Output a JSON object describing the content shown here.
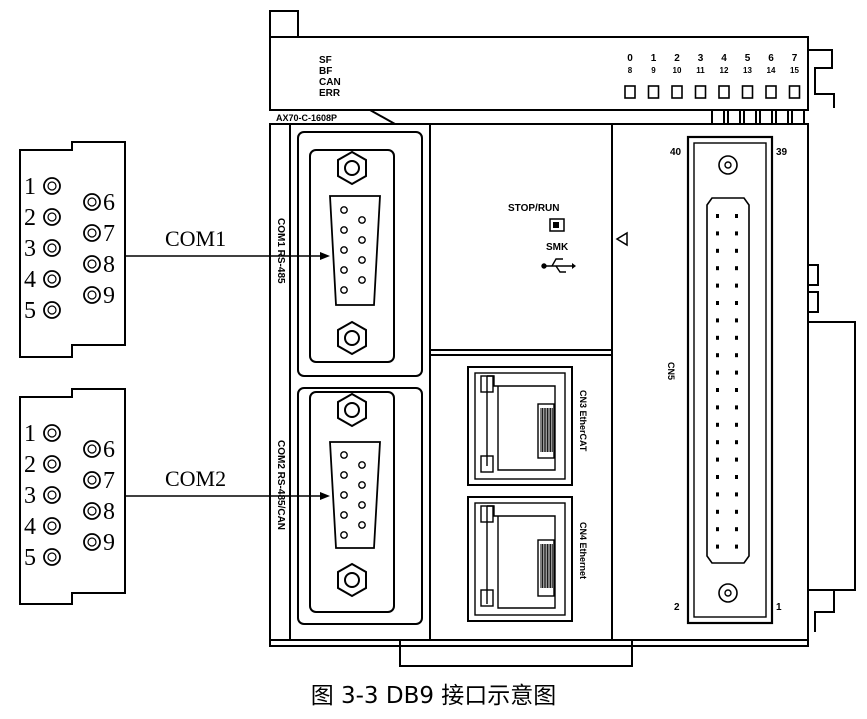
{
  "caption": "图 3-3 DB9 接口示意图",
  "model": "AX70-C-1608P",
  "status_leds": [
    "SF",
    "BF",
    "CAN",
    "ERR"
  ],
  "io_channels": [
    {
      "top": "0",
      "bottom": "8"
    },
    {
      "top": "1",
      "bottom": "9"
    },
    {
      "top": "2",
      "bottom": "10"
    },
    {
      "top": "3",
      "bottom": "11"
    },
    {
      "top": "4",
      "bottom": "12"
    },
    {
      "top": "5",
      "bottom": "13"
    },
    {
      "top": "6",
      "bottom": "14"
    },
    {
      "top": "7",
      "bottom": "15"
    }
  ],
  "ports": {
    "com1": {
      "name": "COM1",
      "label": "COM1 RS-485"
    },
    "com2": {
      "name": "COM2",
      "label": "COM2 RS-485/CAN"
    },
    "cn3": "CN3 EtherCAT",
    "cn4": "CN4 Ethernet",
    "cn5": "CN5"
  },
  "switch_label": "STOP/RUN",
  "usb_label": "SMK",
  "cn5_pins": {
    "top_left": "40",
    "top_right": "39",
    "bottom_left": "2",
    "bottom_right": "1"
  },
  "db9_pins_left": [
    "1",
    "2",
    "3",
    "4",
    "5"
  ],
  "db9_pins_right": [
    "6",
    "7",
    "8",
    "9"
  ]
}
